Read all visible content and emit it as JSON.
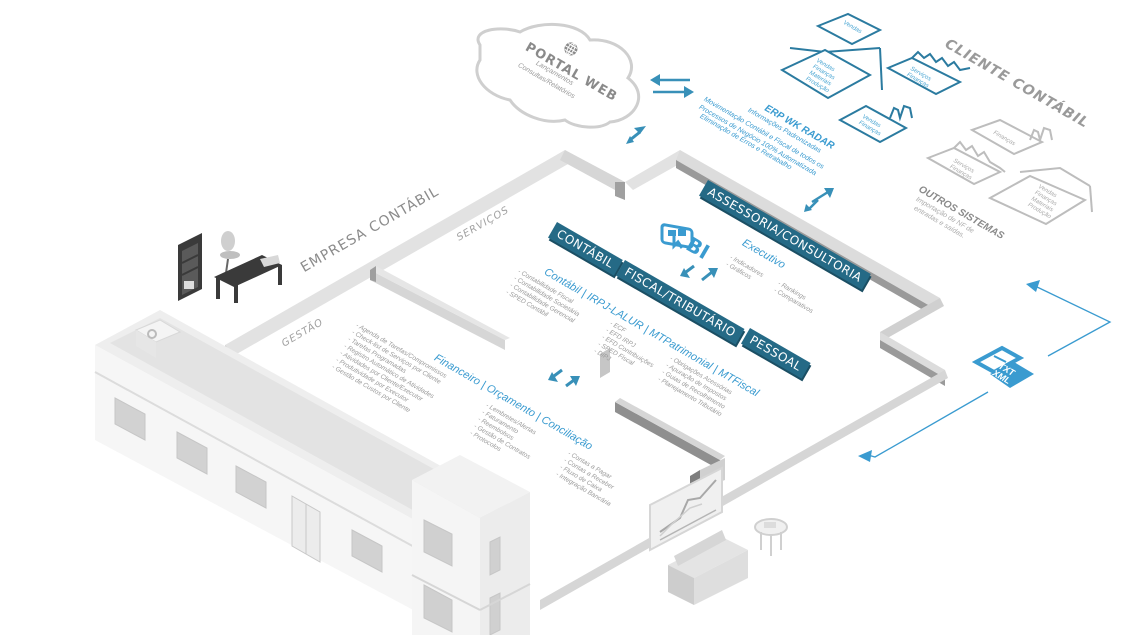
{
  "portal_web": {
    "title": "PORTAL WEB",
    "icon": "globe-icon",
    "items": [
      "Lançamentos",
      "Consultas/Relatórios"
    ]
  },
  "erp": {
    "title": "ERP WK RADAR",
    "items": [
      "Informações Padronizadas",
      "Movimentação Contábil e Fiscal de todos os",
      "Processos de Negócio 100% Automatizada",
      "Eliminação de Erros e Retrabalho"
    ]
  },
  "cliente_contabil": {
    "title": "CLIENTE CONTÁBIL",
    "blue_boxes": [
      {
        "label": "Vendas"
      },
      {
        "label": "Vendas\nFinanças\nMateriais\nProdução"
      },
      {
        "label": "Serviços\nFinanças"
      },
      {
        "label": "Vendas\nFinanças"
      }
    ],
    "grey_boxes": [
      {
        "label": "Finanças"
      },
      {
        "label": "Serviços\nFinanças"
      },
      {
        "label": "Vendas\nFinanças\nMateriais\nProdução"
      }
    ]
  },
  "outros_sistemas": {
    "title": "OUTROS SISTEMAS",
    "desc_1": "Importação de NF de",
    "desc_2": "entradas e saídas."
  },
  "file_badge": {
    "icon": "document-icon",
    "line_1": "TXT",
    "line_2": "XML"
  },
  "empresa": {
    "title": "EMPRESA CONTÁBIL",
    "servicos_label": "SERVIÇOS",
    "gestao_label": "GESTÃO"
  },
  "banners": {
    "assessoria": "ASSESSORIA/CONSULTORIA",
    "contabil": "CONTÁBIL",
    "fiscal": "FISCAL/TRIBUTÁRIO",
    "pessoal": "PESSOAL"
  },
  "bi": {
    "label": "BI",
    "icon": "bi-dashboard-icon",
    "heading": "Executivo",
    "col1": [
      "Indicadores",
      "Gráficos"
    ],
    "col2": [
      "Rankings",
      "Comparativos"
    ]
  },
  "contabil_module": {
    "heading": "Contábil | IRPJ-LALUR | MTPatrimonial | MTFiscal",
    "col1": [
      "Contabilidade Fiscal",
      "Contabilidade Societária",
      "Contabilidade Gerencial",
      "SPED Contábil"
    ],
    "col2": [
      "ECF",
      "EFD IRPJ",
      "EFD Contribuições",
      "SPED Fiscal",
      "DIPJ"
    ],
    "col3": [
      "Obrigações Acessórias",
      "Apuração de Impostos",
      "Guias de Recolhimento",
      "Planejamento Tributário"
    ]
  },
  "gestao_module": {
    "items": [
      "Agenda de Tarefas/Compromissos",
      "Check-list de Serviços por Cliente",
      "Tarefas Programadas",
      "Registro Automático de Atividades",
      "Atividades por Cliente/Executor",
      "Produtividade por Executor",
      "Gestão de Custos por Cliente"
    ]
  },
  "financeiro_module": {
    "heading": "Financeiro | Orçamento | Conciliação",
    "col1": [
      "Lembretes/Alertas",
      "Faturamento",
      "Reembolsos",
      "Gestão de Contratos",
      "Protocolos"
    ],
    "col2": [
      "Contas a Pagar",
      "Contas a Receber",
      "Fluxo de Caixa",
      "Integração Bancária"
    ]
  },
  "colors": {
    "accent_blue": "#3a9bd0",
    "banner_blue": "#256a86",
    "wall_light": "#d9d9d9",
    "wall_dark": "#8f8f8f",
    "text_grey": "#9a9a9a"
  }
}
